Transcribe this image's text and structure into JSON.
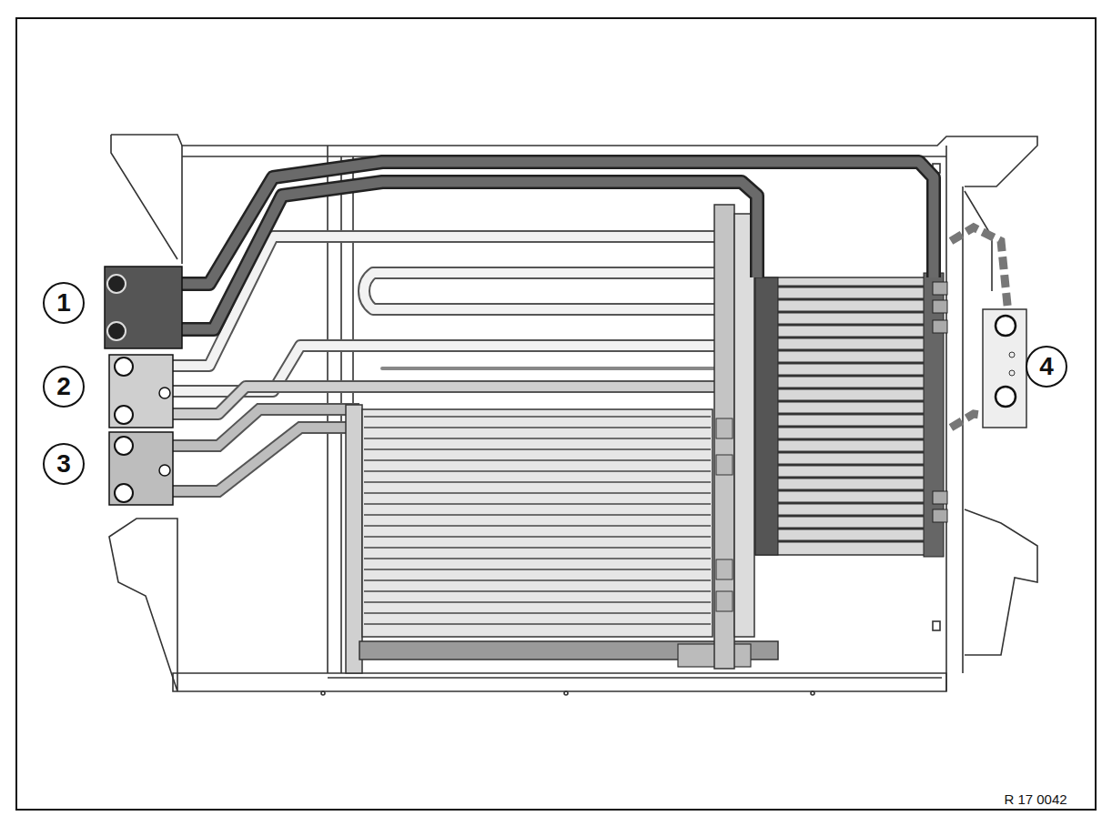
{
  "diagram": {
    "labels": [
      "1",
      "2",
      "3",
      "4",
      "R 17 0042"
    ]
  }
}
